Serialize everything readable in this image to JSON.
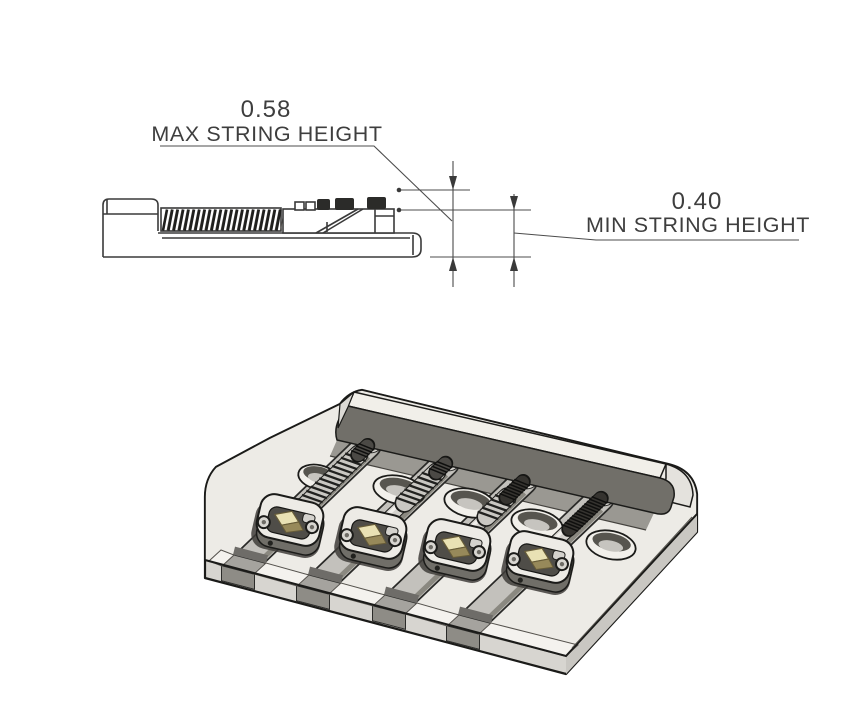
{
  "annotations": {
    "max_string_height": {
      "value": "0.58",
      "label": "MAX STRING HEIGHT"
    },
    "min_string_height": {
      "value": "0.40",
      "label": "MIN STRING HEIGHT"
    }
  },
  "colors": {
    "background": "#ffffff",
    "line": "#3a3a3a",
    "dim": "#4c4c4c",
    "text": "#3e3e3e",
    "outline": "#1b1b19",
    "body": "#edebe6",
    "bodyBright": "#f4f2ee",
    "front": "#d7d5d0",
    "side": "#c9c7c2",
    "band": "#9a9892",
    "wallTop": "#f1efe9",
    "wallEnd": "#e4e2dd",
    "wallDark": "#716f69",
    "wallCap": "#dcdad5",
    "lane": "#c3c1bc",
    "laneEdge": "#8a8880",
    "bump": "#d8d6d1",
    "notchFloor": "#a5a39e",
    "notchBack": "#6e6c68",
    "notchFront": "#8e8c86",
    "recess": "#4f4d48",
    "under": "#706e68",
    "shadow": "#3f3d39",
    "brass": "#97895a",
    "brassLight": "#e9e1b4",
    "brassDark": "#675c38",
    "cyl": "#d4d2cd",
    "cylHi": "#f0eeea",
    "coil": "#c9c7c2",
    "coilTick": "#21211f",
    "thread": "#4b4945",
    "threadDark": "#35332f",
    "holeFace": "#f2f0eb",
    "holeCrescent": "#57554f",
    "holeInner": "#c6c4bf"
  }
}
